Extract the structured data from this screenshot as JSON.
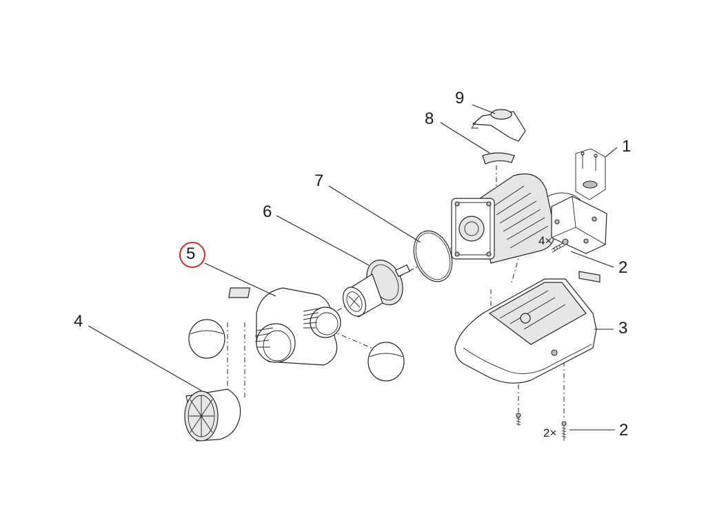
{
  "callouts": [
    {
      "id": "c1",
      "label": "1"
    },
    {
      "id": "c2a",
      "label": "2"
    },
    {
      "id": "c2b",
      "label": "2"
    },
    {
      "id": "c3",
      "label": "3"
    },
    {
      "id": "c4",
      "label": "4"
    },
    {
      "id": "c5",
      "label": "5"
    },
    {
      "id": "c6",
      "label": "6"
    },
    {
      "id": "c7",
      "label": "7"
    },
    {
      "id": "c8",
      "label": "8"
    },
    {
      "id": "c9",
      "label": "9"
    }
  ],
  "quantities": {
    "screws_motor": "4×",
    "screws_base": "2×"
  },
  "highlight": {
    "callout": "5",
    "color": "#d9262b"
  },
  "colors": {
    "line": "#222222",
    "shade_light": "#e6e6e6",
    "shade_dark": "#bdbdbd"
  }
}
